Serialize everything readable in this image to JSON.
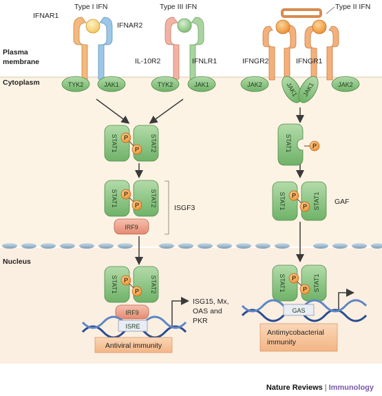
{
  "ligands": {
    "type1": "Type I IFN",
    "type3": "Type III IFN",
    "type2": "Type II IFN"
  },
  "receptors": {
    "ifnar1": "IFNAR1",
    "ifnar2": "IFNAR2",
    "il10r2": "IL-10R2",
    "ifnlr1": "IFNLR1",
    "ifngr2": "IFNGR2",
    "ifngr1": "IFNGR1"
  },
  "regions": {
    "plasma_membrane_1": "Plasma",
    "plasma_membrane_2": "membrane",
    "cytoplasm": "Cytoplasm",
    "nucleus": "Nucleus"
  },
  "kinases": {
    "tyk2": "TYK2",
    "jak1": "JAK1",
    "jak2": "JAK2"
  },
  "proteins": {
    "stat1": "STAT1",
    "stat2": "STAT2",
    "irf9": "IRF9",
    "p": "P"
  },
  "complexes": {
    "isgf3": "ISGF3",
    "gaf": "GAF"
  },
  "elements": {
    "isre": "ISRE",
    "gas": "GAS"
  },
  "outputs": {
    "genes_line1": "ISG15, Mx,",
    "genes_line2": "OAS and",
    "genes_line3": "PKR",
    "antiviral": "Antiviral immunity",
    "antimyco_1": "Antimycobacterial",
    "antimyco_2": "immunity"
  },
  "footer": {
    "journal": "Nature Reviews",
    "separator": "|",
    "field": "Immunology"
  },
  "colors": {
    "cytoplasm": "#fdf3e4",
    "nucleus": "#fbeee0",
    "stat_green": "#8fc98a",
    "irf_salmon": "#f0a08a",
    "phospho_orange": "#f2a94f",
    "type1_receptor_orange": "#f4b97e",
    "type1_receptor_blue": "#9cc7e6",
    "type3_receptor_pink": "#f1b3a4",
    "type3_receptor_green": "#a9d4a0",
    "type2_receptor_orange": "#f5b07a",
    "output_box": "#f8c9a2",
    "dna_blue": "#2b4d8f",
    "journal_purple": "#7a5aa8"
  }
}
